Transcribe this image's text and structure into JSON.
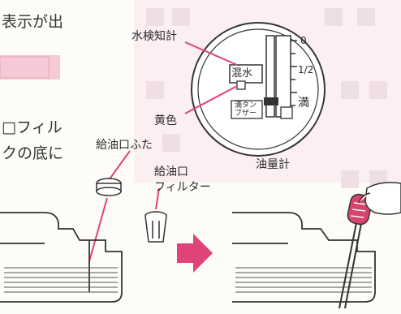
{
  "left_text": {
    "line1": "表示が出",
    "line2": "□フィル",
    "line3": "クの底に"
  },
  "labels": {
    "water_detector": "水検知計",
    "yellow": "黄色",
    "fuel_cap": "給油口ふた",
    "filter_line1": "給油口",
    "filter_line2": "フィルター",
    "fuel_gauge": "油量計"
  },
  "gauge": {
    "window_mixed_water": "混水",
    "full_buzzer_line1": "満タン",
    "full_buzzer_line2": "ブザー",
    "scale_zero": "0",
    "scale_half": "1/2",
    "scale_full": "満"
  },
  "colors": {
    "arrow": "#e0437a",
    "pink_box": "#f6c9d6",
    "bottle": "#d9446b"
  }
}
